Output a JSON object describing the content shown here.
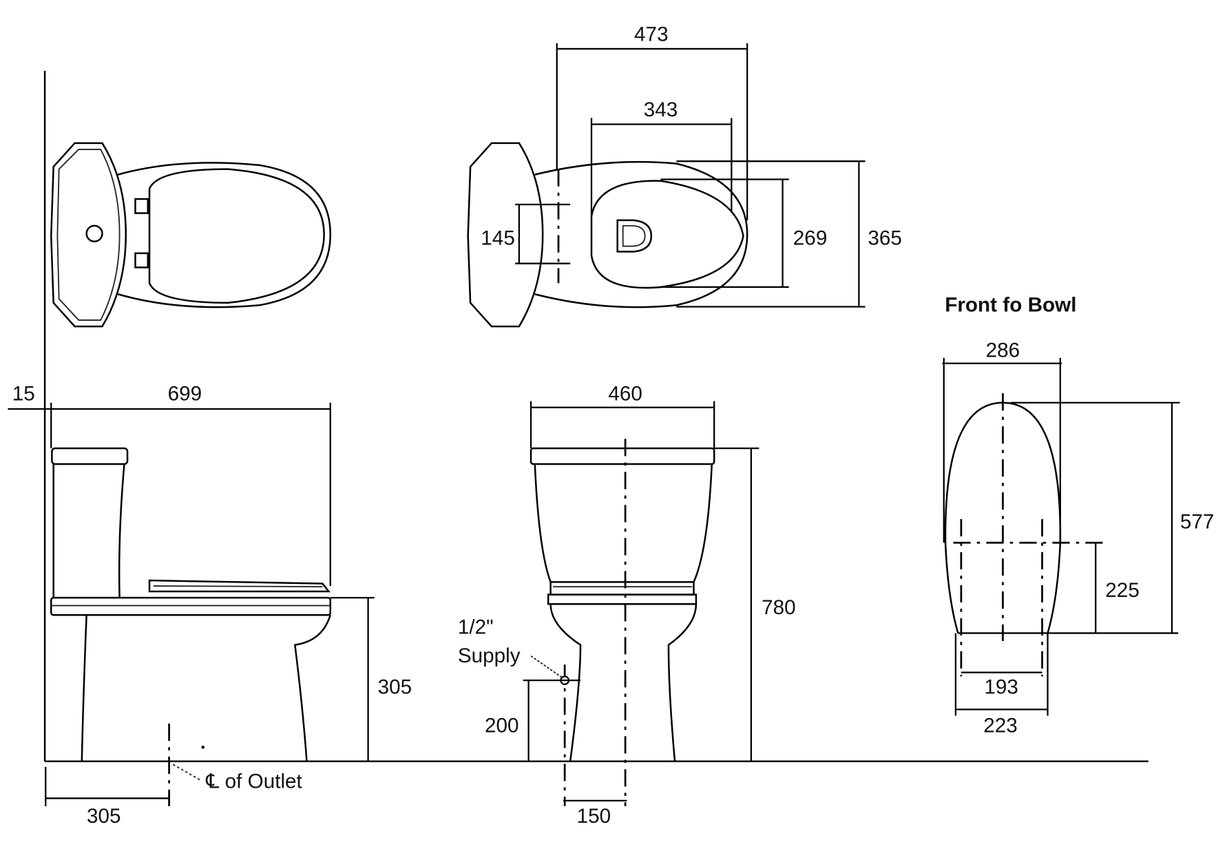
{
  "plan_view": {
    "dims": {
      "overall_width": "473",
      "opening_width": "343",
      "hinge_spacing": "145",
      "opening_depth": "269",
      "bowl_depth": "365"
    }
  },
  "side_view": {
    "wall_gap": "15",
    "overall_length": "699",
    "seat_height": "305",
    "outlet_from_wall": "305",
    "outlet_label": "℄ of Outlet"
  },
  "front_view": {
    "tank_width": "460",
    "overall_height": "780",
    "supply_label_line1": "1/2\"",
    "supply_label_line2": "Supply",
    "supply_height": "200",
    "supply_offset": "150"
  },
  "front_of_bowl": {
    "title": "Front fo Bowl",
    "width": "286",
    "height": "577",
    "inner_height": "225",
    "inner_width": "193",
    "base_width": "223"
  }
}
